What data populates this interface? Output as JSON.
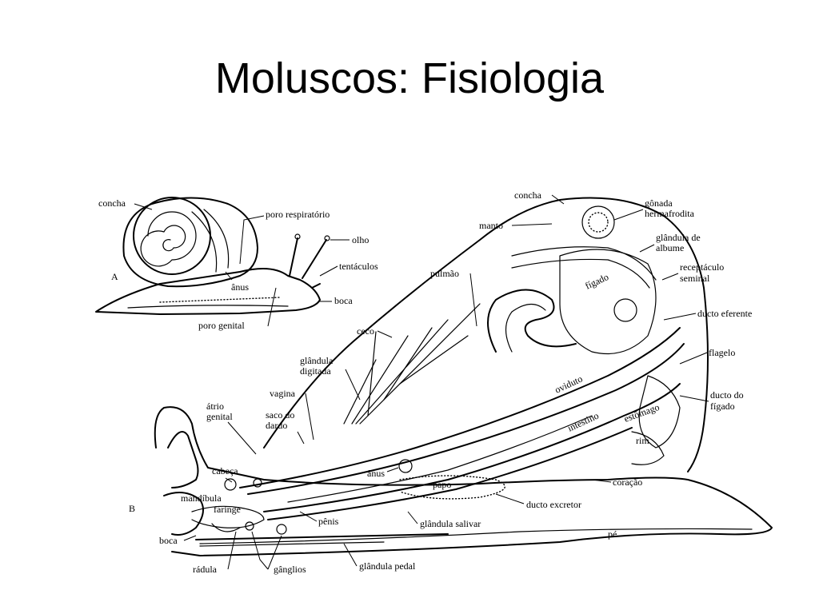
{
  "title": "Moluscos: Fisiologia",
  "figure_a": {
    "letter": "A",
    "labels": {
      "concha": "concha",
      "poro_respiratorio": "poro respiratório",
      "olho": "olho",
      "tentaculos": "tentáculos",
      "anus": "ânus",
      "boca": "boca",
      "poro_genital": "poro genital"
    }
  },
  "figure_b": {
    "letter": "B",
    "labels": {
      "concha": "concha",
      "gonada_1": "gônada",
      "gonada_2": "hermafrodita",
      "manto": "manto",
      "albume_1": "glândula de",
      "albume_2": "albume",
      "receptaculo_1": "receptáculo",
      "receptaculo_2": "seminal",
      "pulmao": "pulmão",
      "figado": "fígado",
      "ducto_eferente": "ducto eferente",
      "ceco": "ceco",
      "flagelo": "flagelo",
      "digitada_1": "glândula",
      "digitada_2": "digitada",
      "oviduto": "oviduto",
      "vagina": "vagina",
      "ducto_figado_1": "ducto do",
      "ducto_figado_2": "fígado",
      "atrio_1": "átrio",
      "atrio_2": "genital",
      "saco_1": "saco do",
      "saco_2": "dardo",
      "intestino": "intestino",
      "estomago": "estômago",
      "rim": "rim",
      "cabeca": "cabeça",
      "anus": "ânus",
      "papo": "papo",
      "coracao": "coração",
      "mandibula": "mandíbula",
      "faringe": "faringe",
      "ducto_excretor": "ducto excretor",
      "penis": "pênis",
      "glandula_salivar": "glândula salivar",
      "pe": "pé",
      "boca": "boca",
      "radula": "rádula",
      "ganglios": "gânglios",
      "glandula_pedal": "glândula pedal"
    }
  }
}
